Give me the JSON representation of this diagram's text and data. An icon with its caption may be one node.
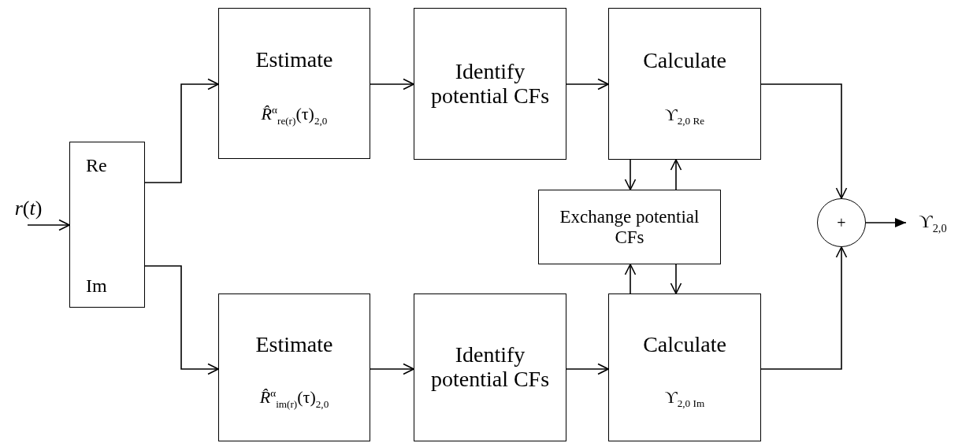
{
  "diagram": {
    "nodes": [
      {
        "text": [
          "*r*(*t*)"
        ]
      },
      {
        "text": [
          "Re",
          "Im"
        ]
      },
      {
        "text": [
          "Estimate",
          "*R̂*$^{α}$$_{re(r)}$(τ)$_{2,0}$"
        ]
      },
      {
        "text": [
          "Identify potential CFs"
        ]
      },
      {
        "text": [
          "Calculate",
          "ϒ$_{2,0 Re}$"
        ]
      },
      {
        "text": [
          "Exchange potential CFs"
        ]
      },
      {
        "text": [
          "Estimate",
          "*R̂*$^{α}$$_{im(r)}$(τ)$_{2,0}$"
        ]
      },
      {
        "text": [
          "Identify potential CFs"
        ]
      },
      {
        "text": [
          "Calculate",
          "ϒ$_{2,0 Im}$"
        ]
      },
      {
        "text": [
          "+"
        ]
      },
      {
        "text": [
          "ϒ$_{2,0}$"
        ]
      }
    ],
    "edges": [
      {
        "from": 0,
        "to": 1,
        "arrow": "to"
      },
      {
        "from": 1,
        "to": 2,
        "arrow": "to"
      },
      {
        "from": 1,
        "to": 6,
        "arrow": "to"
      },
      {
        "from": 2,
        "to": 3,
        "arrow": "to"
      },
      {
        "from": 3,
        "to": 4,
        "arrow": "to"
      },
      {
        "from": 4,
        "to": 5,
        "arrow": "to"
      },
      {
        "from": 5,
        "to": 4,
        "arrow": "to"
      },
      {
        "from": 5,
        "to": 8,
        "arrow": "to"
      },
      {
        "from": 8,
        "to": 5,
        "arrow": "to"
      },
      {
        "from": 6,
        "to": 7,
        "arrow": "to"
      },
      {
        "from": 7,
        "to": 8,
        "arrow": "to"
      },
      {
        "from": 4,
        "to": 9,
        "arrow": "to"
      },
      {
        "from": 8,
        "to": 9,
        "arrow": "to"
      },
      {
        "from": 9,
        "to": 10,
        "arrow": "to"
      }
    ]
  }
}
